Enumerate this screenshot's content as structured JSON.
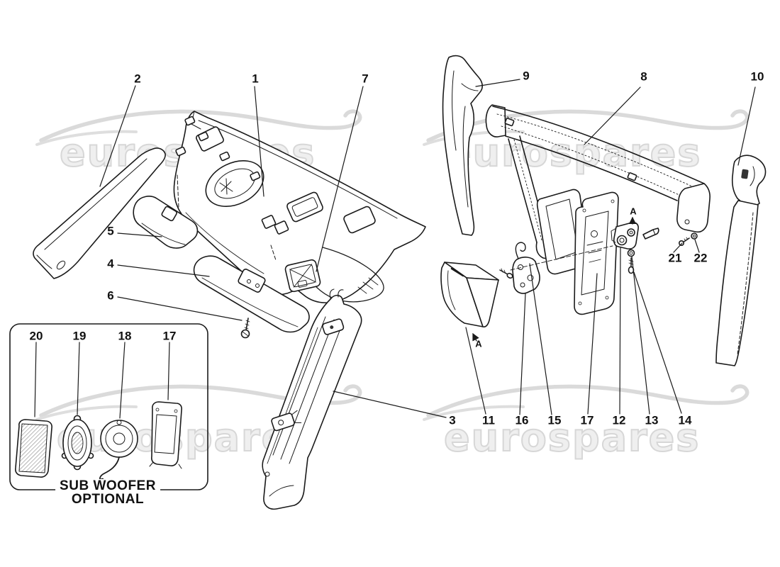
{
  "watermark": {
    "text": "eurospares"
  },
  "inset": {
    "line1": "SUB WOOFER",
    "line2": "OPTIONAL"
  },
  "callouts": {
    "c1": "1",
    "c2": "2",
    "c3": "3",
    "c4": "4",
    "c5": "5",
    "c6": "6",
    "c7": "7",
    "c8": "8",
    "c9": "9",
    "c10": "10",
    "c11": "11",
    "c12": "12",
    "c13": "13",
    "c14": "14",
    "c15": "15",
    "c16": "16",
    "c17": "17",
    "c17b": "17",
    "c18": "18",
    "c19": "19",
    "c20": "20",
    "c21": "21",
    "c22": "22",
    "a_left": "A",
    "a_right": "A"
  },
  "colors": {
    "line": "#1a1a1a",
    "watermark": "#d9d9d9"
  }
}
